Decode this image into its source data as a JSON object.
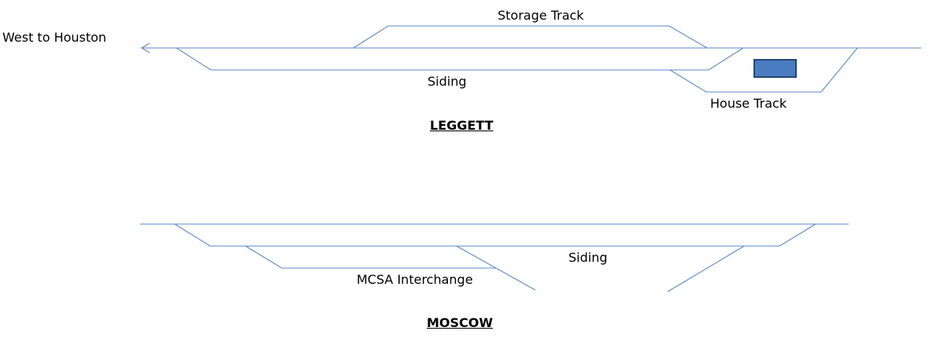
{
  "leggett": {
    "direction_label": "West to Houston",
    "storage_track_label": "Storage Track",
    "siding_label": "Siding",
    "house_track_label": "House Track",
    "station_name": "LEGGETT",
    "building_color": "#4a7cc2",
    "building_border": "#23466f"
  },
  "moscow": {
    "siding_label": "Siding",
    "interchange_label": "MCSA Interchange",
    "station_name": "MOSCOW"
  },
  "colors": {
    "track": "#5b8ac4",
    "text": "#000000"
  },
  "icons": {
    "direction_arrow": "arrowhead-left-icon",
    "building": "building-icon"
  }
}
